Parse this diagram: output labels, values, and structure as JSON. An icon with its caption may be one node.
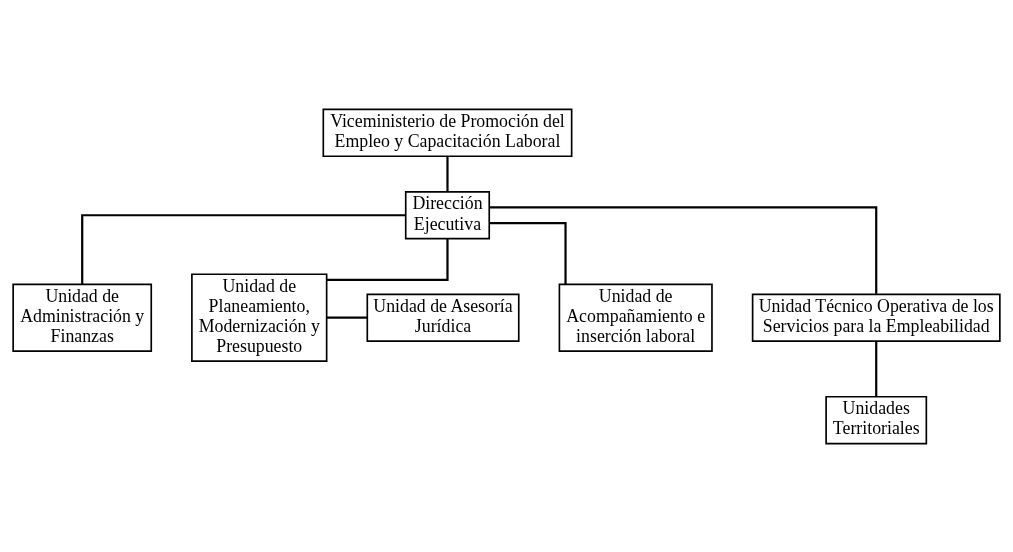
{
  "diagram": {
    "nodes": [
      {
        "text": [
          "Viceministerio de Promoción del Empleo y Capacitación Laboral"
        ]
      },
      {
        "text": [
          "Dirección Ejecutiva"
        ]
      },
      {
        "text": [
          "Unidad de Administración y Finanzas"
        ]
      },
      {
        "text": [
          "Unidad de Planeamiento, Modernización y Presupuesto"
        ]
      },
      {
        "text": [
          "Unidad de Asesoría Jurídica"
        ]
      },
      {
        "text": [
          "Unidad de Acompañamiento e inserción laboral"
        ]
      },
      {
        "text": [
          "Unidad Técnico Operativa de los Servicios para la Empleabilidad"
        ]
      },
      {
        "text": [
          "Unidades Territoriales"
        ]
      }
    ],
    "edges": [
      {
        "from": 0,
        "to": 1,
        "arrow": "none"
      },
      {
        "from": 1,
        "to": 2,
        "arrow": "none"
      },
      {
        "from": 1,
        "to": 3,
        "arrow": "none"
      },
      {
        "from": 3,
        "to": 4,
        "arrow": "none"
      },
      {
        "from": 1,
        "to": 5,
        "arrow": "none"
      },
      {
        "from": 1,
        "to": 6,
        "arrow": "none"
      },
      {
        "from": 6,
        "to": 7,
        "arrow": "none"
      }
    ]
  }
}
